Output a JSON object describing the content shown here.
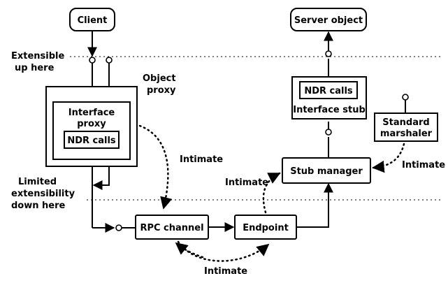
{
  "labels": {
    "client": "Client",
    "server_object": "Server object",
    "extensible_1": "Extensible",
    "extensible_2": "up here",
    "limited_1": "Limited",
    "limited_2": "extensibility",
    "limited_3": "down here",
    "object_proxy_1": "Object",
    "object_proxy_2": "proxy",
    "interface_proxy_1": "Interface",
    "interface_proxy_2": "proxy",
    "ndr_calls_proxy": "NDR calls",
    "ndr_calls_stub": "NDR calls",
    "interface_stub": "Interface stub",
    "standard_marshaler_1": "Standard",
    "standard_marshaler_2": "marshaler",
    "stub_manager": "Stub manager",
    "rpc_channel": "RPC channel",
    "endpoint": "Endpoint",
    "intimate_proxy_channel": "Intimate",
    "intimate_stubmgr_endpoint": "Intimate",
    "intimate_marshaler": "Intimate",
    "intimate_channel_endpoint": "Intimate"
  }
}
